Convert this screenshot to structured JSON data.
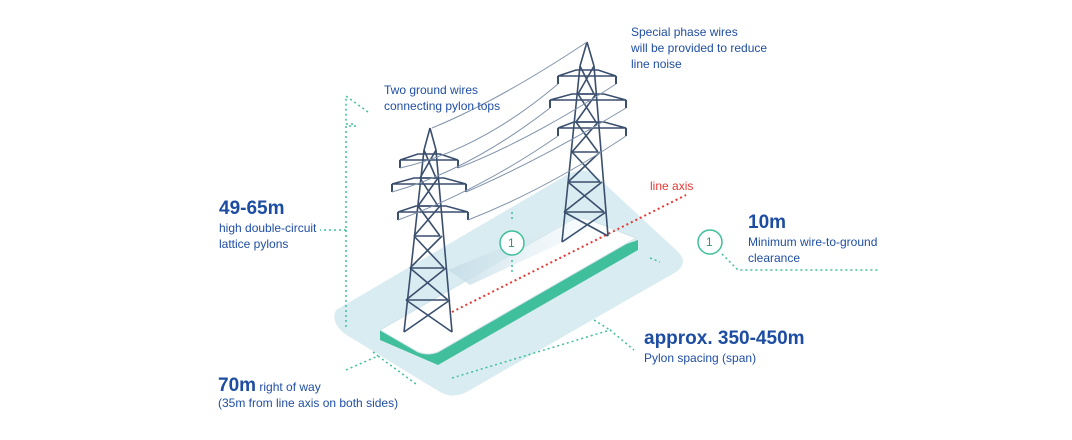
{
  "labels": {
    "ground_wires_line1": "Two ground wires",
    "ground_wires_line2": "connecting pylon tops",
    "phase_wires_line1": "Special phase wires",
    "phase_wires_line2": "will be provided to reduce",
    "phase_wires_line3": "line noise",
    "line_axis": "line axis",
    "pylon_height": "49-65m",
    "pylon_type_line1": "high double-circuit",
    "pylon_type_line2": "lattice pylons",
    "clearance_value": "10m",
    "clearance_line1": "Minimum wire-to-ground",
    "clearance_line2": "clearance",
    "span_value": "approx. 350-450m",
    "span_desc": "Pylon spacing (span)",
    "row_value": "70m",
    "row_suffix": "right of way",
    "row_desc": "(35m from line axis on both sides)",
    "marker_left": "1",
    "marker_right": "1"
  },
  "colors": {
    "text": "#1f4ea3",
    "pylon": "#3a4f6e",
    "wire": "#6b7f98",
    "dotted": "#3fbf9b",
    "axis": "#e53935",
    "platform_top": "#ffffff",
    "platform_side": "#3fbf9b",
    "ground": "#d9ecf1"
  }
}
